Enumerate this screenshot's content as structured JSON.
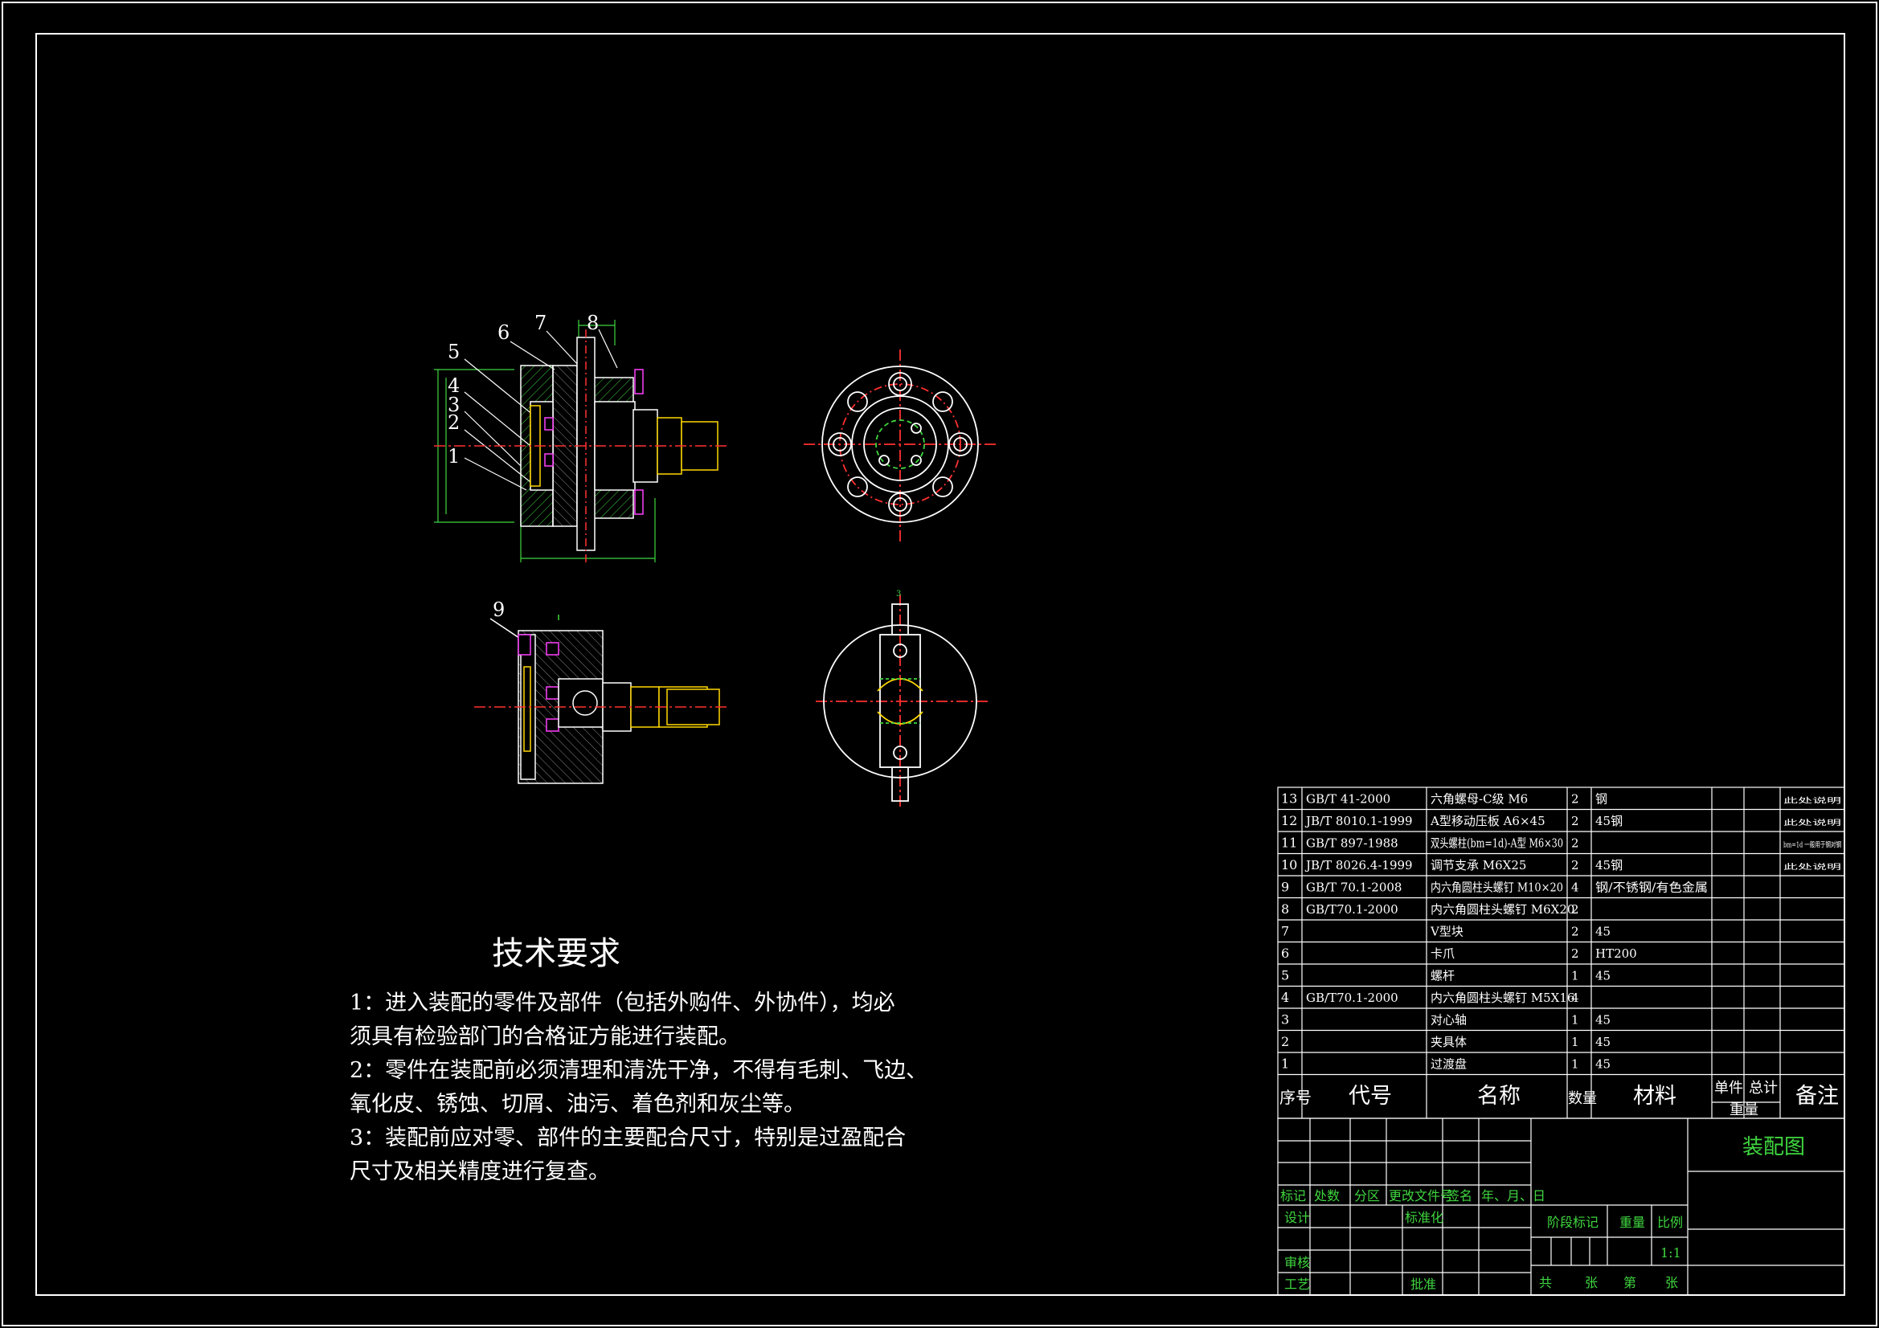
{
  "balloons": [
    "1",
    "2",
    "3",
    "4",
    "5",
    "6",
    "7",
    "8",
    "9"
  ],
  "tech": {
    "title": "技术要求",
    "lines": [
      "1：进入装配的零件及部件（包括外购件、外协件），均必",
      "须具有检验部门的合格证方能进行装配。",
      "2：零件在装配前必须清理和清洗干净，不得有毛刺、飞边、",
      "氧化皮、锈蚀、切屑、油污、着色剂和灰尘等。",
      "3：装配前应对零、部件的主要配合尺寸，特别是过盈配合",
      "尺寸及相关精度进行复查。"
    ]
  },
  "bom": {
    "rows": [
      {
        "no": "13",
        "code": "GB/T 41-2000",
        "name": "六角螺母-C级 M6",
        "qty": "2",
        "mat": "钢",
        "note": "此处说明"
      },
      {
        "no": "12",
        "code": "JB/T 8010.1-1999",
        "name": "A型移动压板 A6×45",
        "qty": "2",
        "mat": "45钢",
        "note": "此处说明"
      },
      {
        "no": "11",
        "code": "GB/T 897-1988",
        "name": "双头螺柱(bm=1d)-A型 M6×30",
        "qty": "2",
        "mat": "",
        "note": "bm=1d 一般用于钢对钢"
      },
      {
        "no": "10",
        "code": "JB/T 8026.4-1999",
        "name": "调节支承 M6X25",
        "qty": "2",
        "mat": "45钢",
        "note": "此处说明"
      },
      {
        "no": "9",
        "code": "GB/T 70.1-2008",
        "name": "内六角圆柱头螺钉 M10×20",
        "qty": "4",
        "mat": "钢/不锈钢/有色金属",
        "note": ""
      },
      {
        "no": "8",
        "code": "GB/T70.1-2000",
        "name": "内六角圆柱头螺钉 M6X20",
        "qty": "2",
        "mat": "",
        "note": ""
      },
      {
        "no": "7",
        "code": "",
        "name": "V型块",
        "qty": "2",
        "mat": "45",
        "note": ""
      },
      {
        "no": "6",
        "code": "",
        "name": "卡爪",
        "qty": "2",
        "mat": "HT200",
        "note": ""
      },
      {
        "no": "5",
        "code": "",
        "name": "螺杆",
        "qty": "1",
        "mat": "45",
        "note": ""
      },
      {
        "no": "4",
        "code": "GB/T70.1-2000",
        "name": "内六角圆柱头螺钉 M5X16",
        "qty": "4",
        "mat": "",
        "note": ""
      },
      {
        "no": "3",
        "code": "",
        "name": "对心轴",
        "qty": "1",
        "mat": "45",
        "note": ""
      },
      {
        "no": "2",
        "code": "",
        "name": "夹具体",
        "qty": "1",
        "mat": "45",
        "note": ""
      },
      {
        "no": "1",
        "code": "",
        "name": "过渡盘",
        "qty": "1",
        "mat": "45",
        "note": ""
      }
    ],
    "headers": {
      "no": "序号",
      "code": "代号",
      "name": "名称",
      "qty": "数量",
      "mat": "材料",
      "unit": "单件",
      "total": "总计",
      "weight": "重量",
      "note": "备注"
    }
  },
  "title_block": {
    "drawing_name": "装配图",
    "rev_labels": [
      "标记",
      "处数",
      "分区",
      "更改文件号",
      "签名",
      "年、月、日"
    ],
    "design": "设计",
    "standard": "标准化",
    "review": "审核",
    "process": "工艺",
    "approve": "批准",
    "stage": "阶段标记",
    "weight": "重量",
    "scale_label": "比例",
    "scale": "1:1",
    "total": "共",
    "sheets": "张",
    "page": "第",
    "sheet2": "张"
  }
}
